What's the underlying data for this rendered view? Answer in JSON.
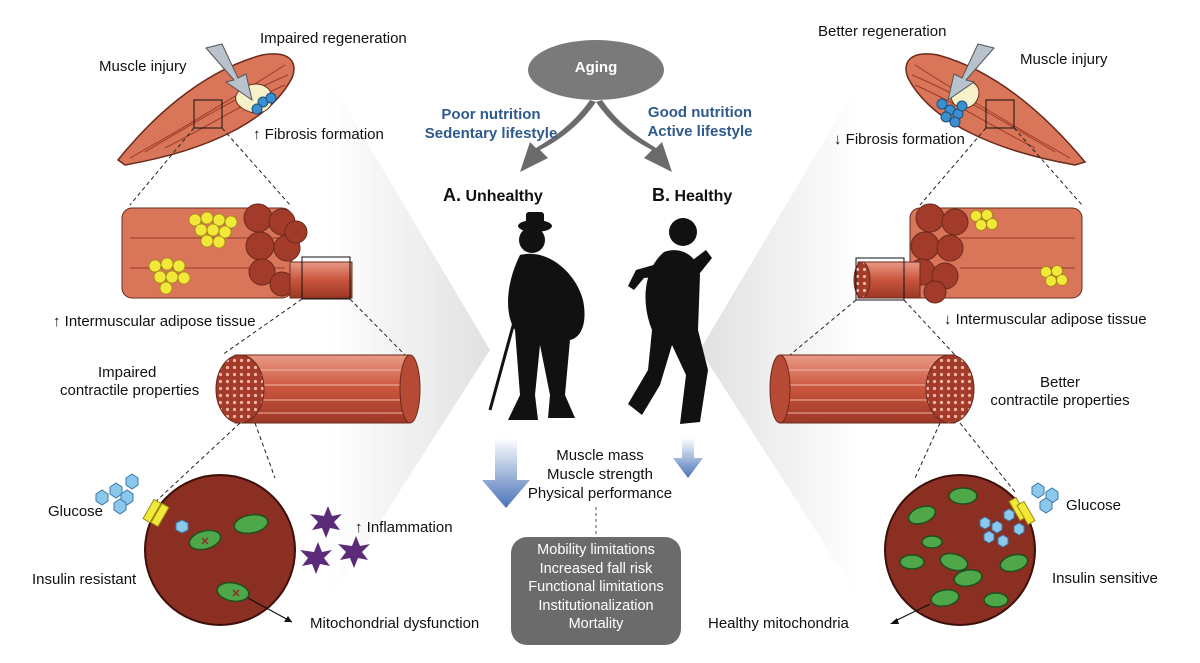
{
  "center": {
    "aging": "Aging",
    "left_path": [
      "Poor nutrition",
      "Sedentary lifestyle"
    ],
    "right_path": [
      "Good nutrition",
      "Active lifestyle"
    ],
    "label_a_letter": "A.",
    "label_a": "Unhealthy",
    "label_b_letter": "B.",
    "label_b": "Healthy",
    "measures": [
      "Muscle mass",
      "Muscle strength",
      "Physical performance"
    ],
    "outcomes": [
      "Mobility limitations",
      "Increased fall risk",
      "Functional limitations",
      "Institutionalization",
      "Mortality"
    ]
  },
  "left": {
    "muscle_injury": "Muscle injury",
    "regeneration": "Impaired regeneration",
    "fibrosis": "↑ Fibrosis formation",
    "adipose": "↑ Intermuscular adipose tissue",
    "contractile_1": "Impaired",
    "contractile_2": "contractile properties",
    "glucose": "Glucose",
    "insulin": "Insulin resistant",
    "inflammation": "↑ Inflammation",
    "mito": "Mitochondrial dysfunction"
  },
  "right": {
    "muscle_injury": "Muscle injury",
    "regeneration": "Better regeneration",
    "fibrosis": "↓ Fibrosis formation",
    "adipose": "↓ Intermuscular adipose tissue",
    "contractile_1": "Better",
    "contractile_2": "contractile properties",
    "glucose": "Glucose",
    "insulin": "Insulin sensitive",
    "mito": "Healthy mitochondria"
  },
  "colors": {
    "muscle": "#d9765a",
    "muscle_dark": "#a8432e",
    "fat": "#f2e83a",
    "cell": "#8a2f22",
    "mito": "#4ea84a",
    "glucose": "#8cc8ec",
    "inflammation": "#5b2a78",
    "blue_text": "#2e5a8c",
    "aging_oval": "#7a7a7a"
  }
}
